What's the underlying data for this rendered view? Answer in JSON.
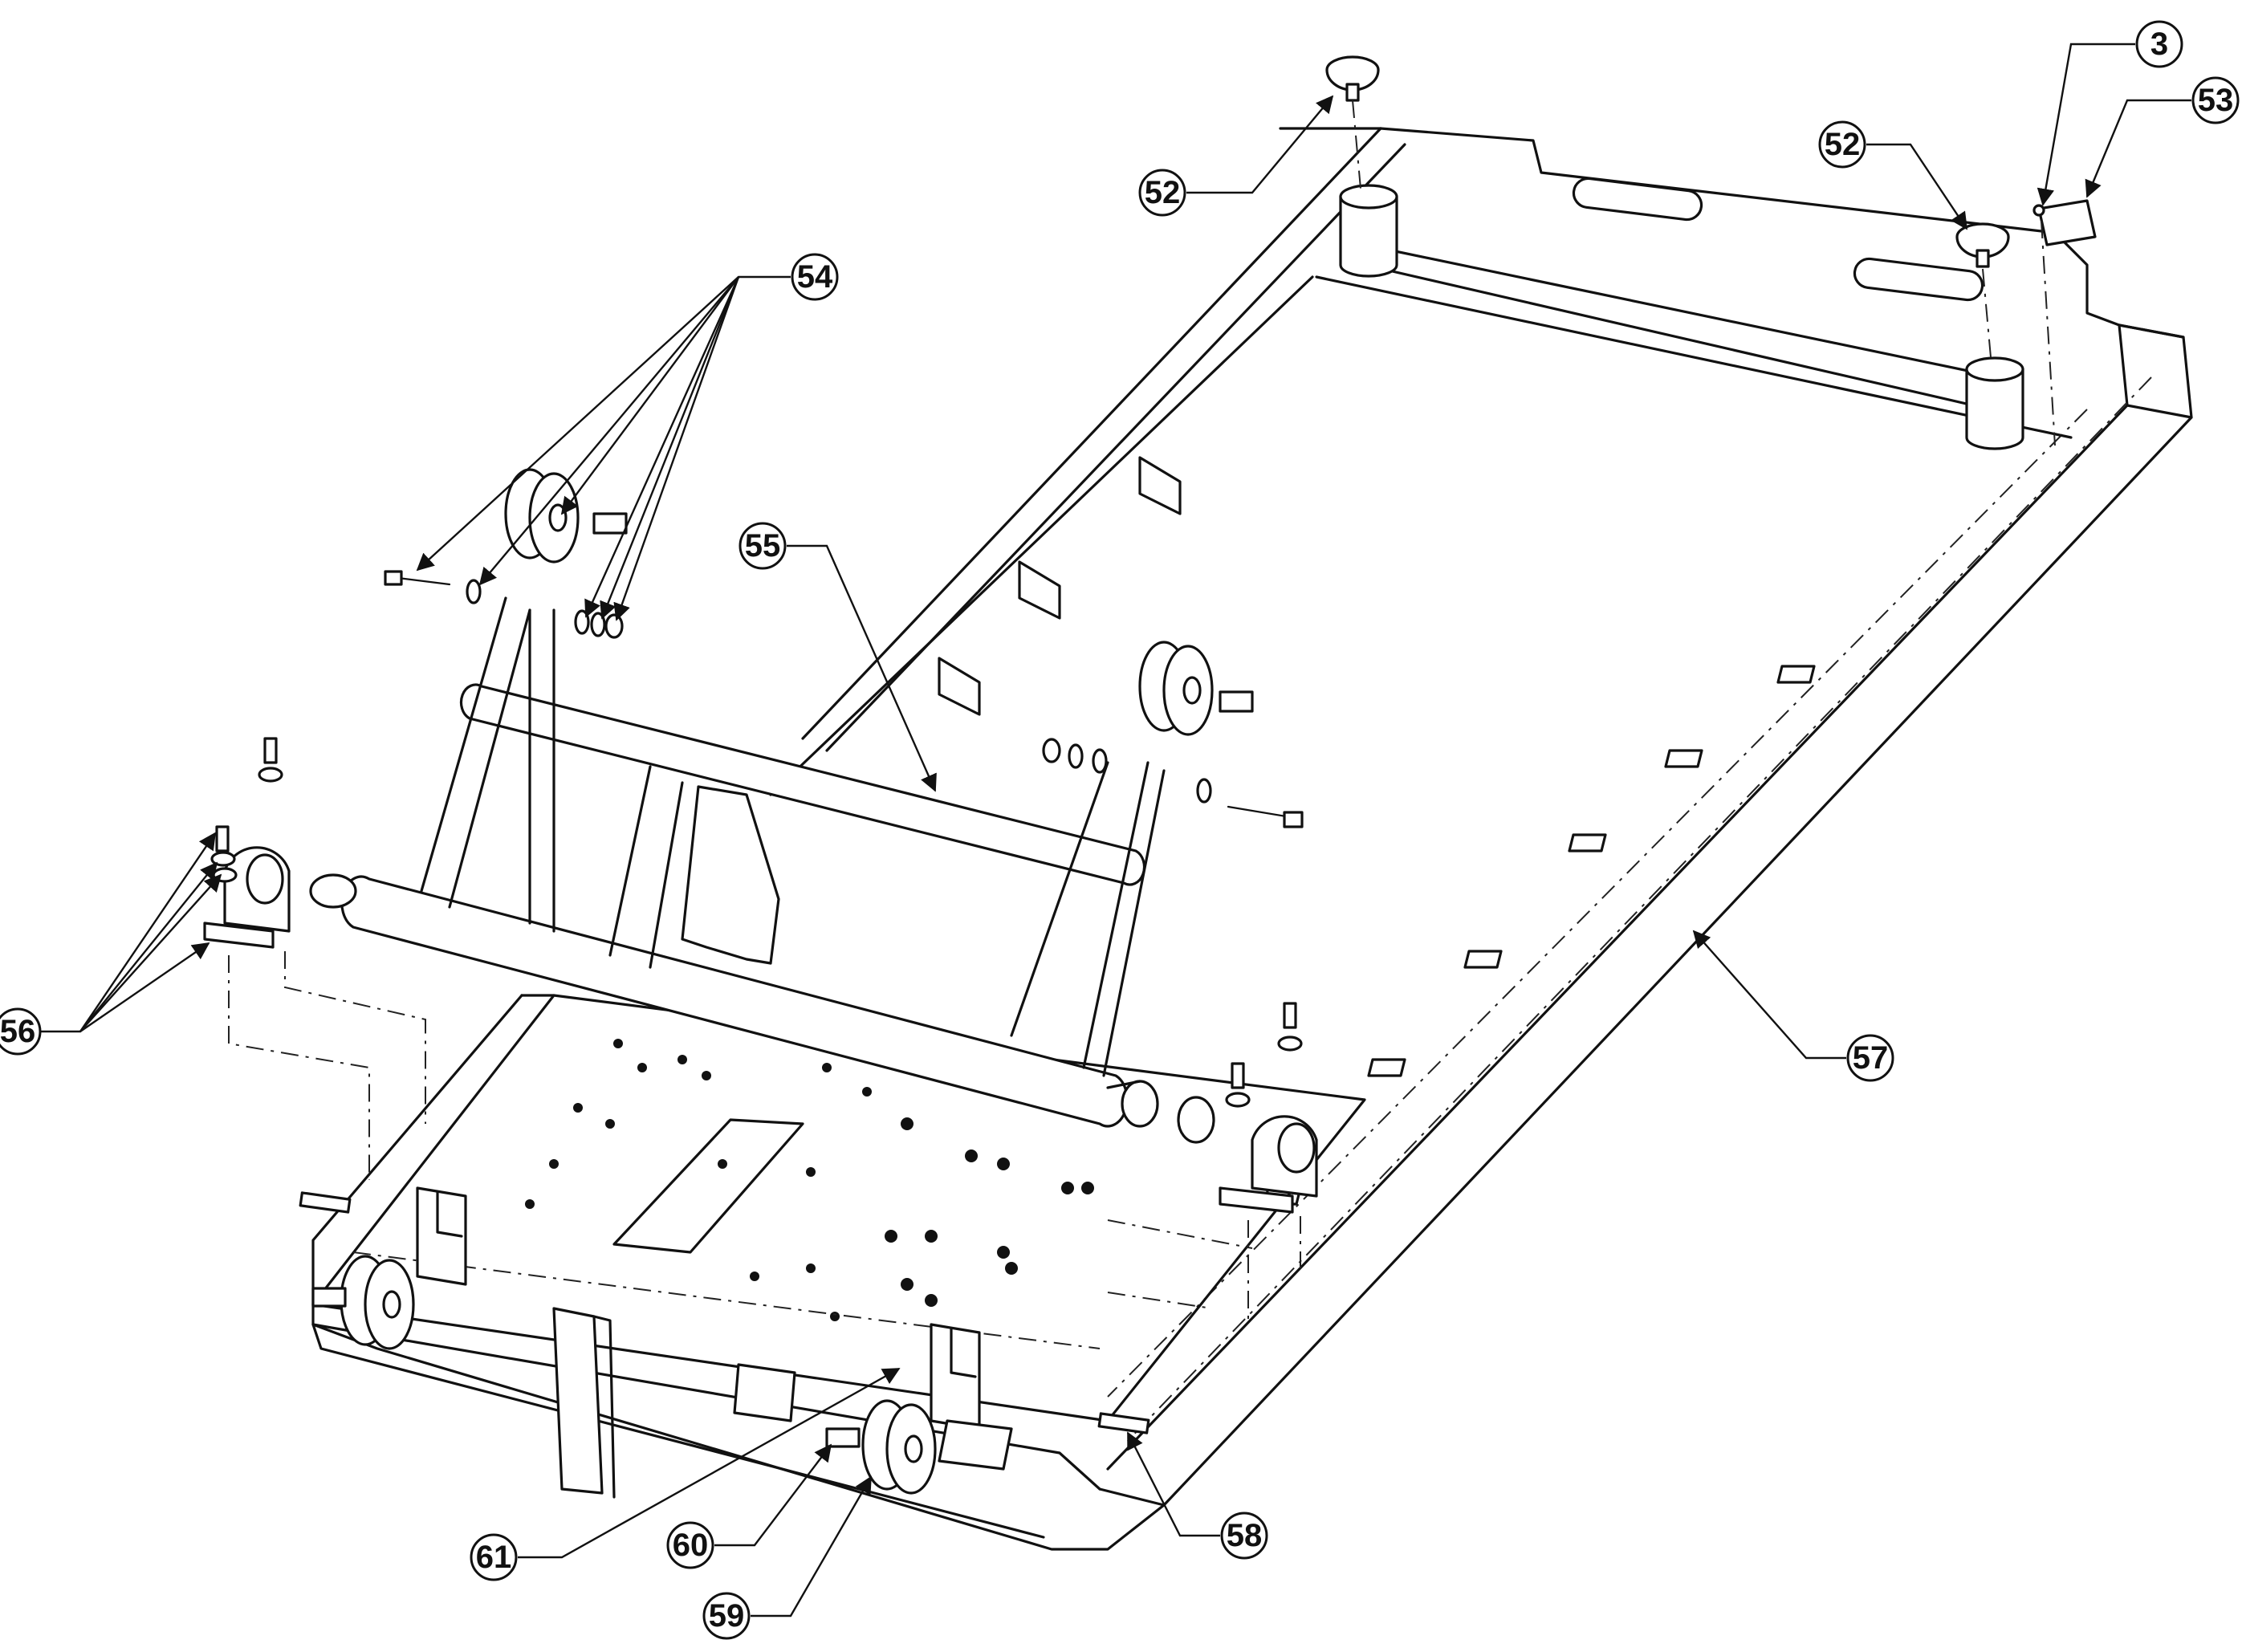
{
  "callouts": {
    "c3": "3",
    "c52a": "52",
    "c52b": "52",
    "c53": "53",
    "c54": "54",
    "c55": "55",
    "c56": "56",
    "c57": "57",
    "c58": "58",
    "c59": "59",
    "c60": "60",
    "c61": "61"
  }
}
